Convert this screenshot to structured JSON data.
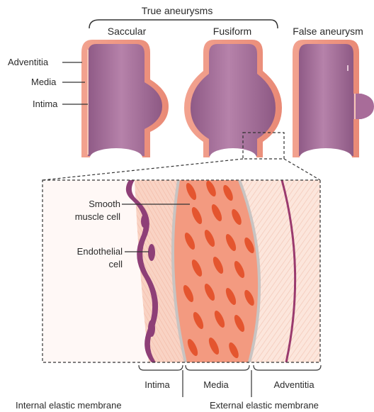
{
  "figure": {
    "group_title": "True aneurysms",
    "types": {
      "saccular": "Saccular",
      "fusiform": "Fusiform",
      "false": "False aneurysm"
    },
    "layers": {
      "adventitia": "Adventitia",
      "media": "Media",
      "intima": "Intima"
    },
    "zoom": {
      "smooth_muscle_cell": [
        "Smooth",
        "muscle cell"
      ],
      "endothelial_cell": [
        "Endothelial",
        "cell"
      ]
    },
    "bottom": {
      "intima": "Intima",
      "media": "Media",
      "adventitia": "Adventitia",
      "internal_membrane": "Internal elastic membrane",
      "external_membrane": "External elastic membrane"
    }
  },
  "colors": {
    "vessel_purple": "#a86c99",
    "media_salmon": "#ef9a86",
    "intima_pink": "#f6c2b3",
    "smooth_muscle_red": "#e4552f",
    "endothelial_purple": "#8e3f77",
    "adventitia_pink": "#fbe2d8"
  }
}
